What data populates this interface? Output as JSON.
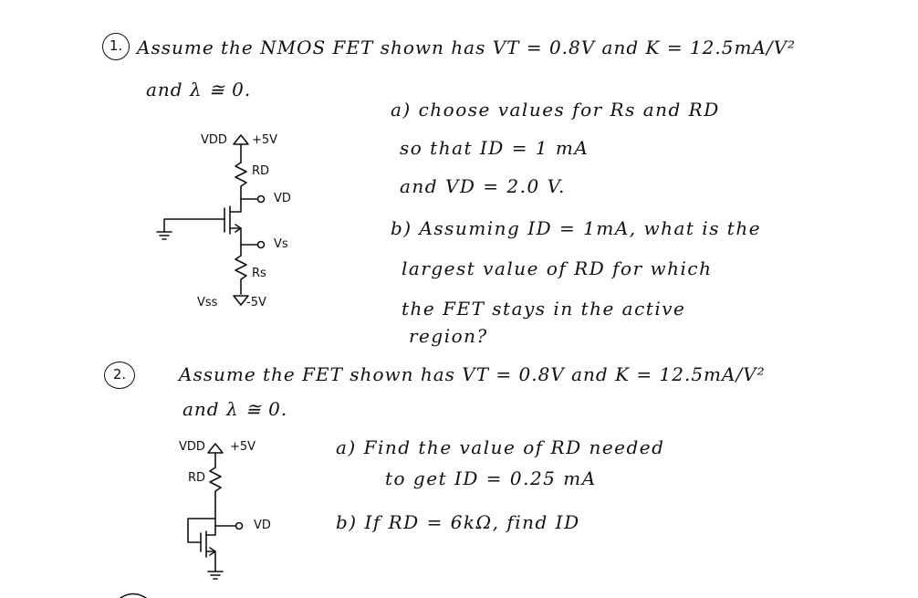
{
  "problem1": {
    "number": "1.",
    "statement_line1": "Assume the NMOS FET shown has VT = 0.8V and K = 12.5mA/V²",
    "statement_line2": "and λ ≅ 0.",
    "part_a": [
      "a) choose values for Rs and RD",
      "so that ID = 1 mA",
      "and VD = 2.0 V."
    ],
    "part_b": [
      "b) Assuming ID = 1mA, what is the",
      "largest value of RD for which",
      "the FET stays in the active",
      "region?"
    ],
    "circuit": {
      "vdd_label": "VDD",
      "vdd_value": "+5V",
      "rd_label": "RD",
      "vd_label": "VD",
      "vs_label": "Vs",
      "rs_label": "Rs",
      "vss_label": "Vss",
      "vss_value": "-5V"
    }
  },
  "problem2": {
    "number": "2.",
    "statement_line1": "Assume the FET shown has VT = 0.8V and K = 12.5mA/V²",
    "statement_line2": "and λ ≅ 0.",
    "part_a": [
      "a) Find the value of RD needed",
      "to get ID = 0.25 mA"
    ],
    "part_b": [
      "b) If RD = 6kΩ, find ID"
    ],
    "circuit": {
      "vdd_label": "VDD",
      "vdd_value": "+5V",
      "rd_label": "RD",
      "vd_label": "VD"
    }
  }
}
